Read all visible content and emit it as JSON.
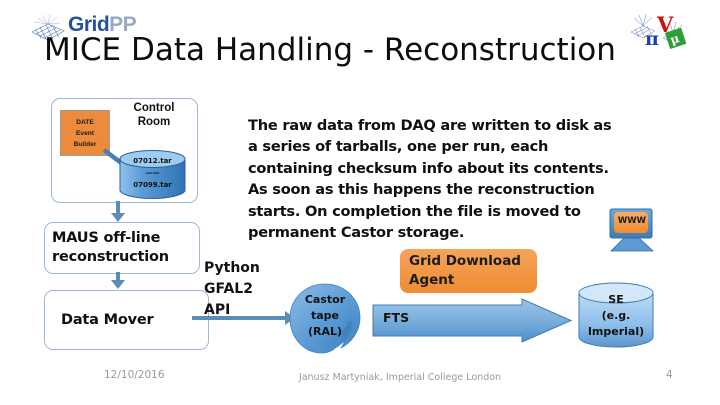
{
  "header": {
    "logo_grid": "Grid",
    "logo_pp": "PP",
    "logo_name": "gridpp-logo",
    "mice_logo_name": "mice-logo",
    "title": "MICE Data Handling - Reconstruction"
  },
  "control_room": {
    "label": "Control\nRoom",
    "label_line1": "Control",
    "label_line2": "Room",
    "date_box": {
      "line1": "DATE",
      "line2": "Event",
      "line3": "Builder"
    },
    "tarball_cylinder": {
      "line1": "07012.tar",
      "line2": "——",
      "line3": "07099.tar"
    }
  },
  "body": {
    "paragraph": "The raw data from DAQ are written to disk as a series of tarballs, one per run, each  containing checksum info about its contents. As soon as this happens the reconstruction starts. On completion the file is moved to permanent Castor storage."
  },
  "flow": {
    "maus_box": "MAUS off-line reconstruction",
    "data_mover_box": "Data Mover",
    "gfal_label_line1": "Python",
    "gfal_label_line2": "GFAL2",
    "gfal_label_line3": "API",
    "castor": {
      "line1": "Castor",
      "line2": "tape",
      "line3": "(RAL)"
    },
    "grid_download_agent_line1": "Grid Download",
    "grid_download_agent_line2": "Agent",
    "fts_label": "FTS",
    "se": {
      "line1": "SE",
      "line2": "(e.g.",
      "line3": "Imperial)"
    },
    "www_label": "WWW"
  },
  "footer": {
    "date": "12/10/2016",
    "author": "Janusz Martyniak, Imperial College London",
    "page": "4"
  },
  "colors": {
    "orange": "#ED8B3C",
    "blue_connector": "#5b8db8",
    "box_border": "#9fb8d4",
    "cylinder_blue": "#5B9BD5",
    "gridpp_blue": "#23519b",
    "footer_gray": "#9a9a9a"
  }
}
